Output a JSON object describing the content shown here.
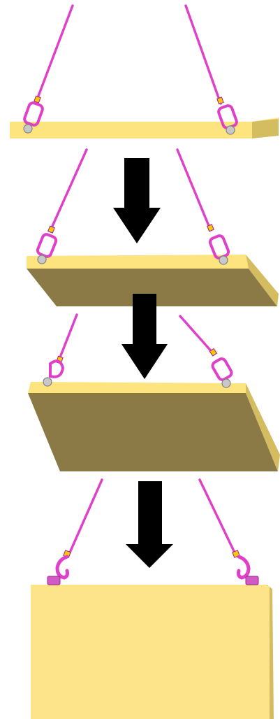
{
  "diagram": {
    "stages": [
      {
        "id": "stage-1",
        "plate_orientation": "horizontal",
        "attachment": "ring-eye-bolt"
      },
      {
        "id": "stage-2",
        "plate_orientation": "tilted-slightly",
        "attachment": "ring-eye-bolt"
      },
      {
        "id": "stage-3",
        "plate_orientation": "tilted-more",
        "attachment": "swivel-eye-bolt"
      },
      {
        "id": "stage-4",
        "plate_orientation": "vertical",
        "attachment": "hook-on-side-lug"
      }
    ],
    "arrows": [
      {
        "id": "arrow-1",
        "direction": "down"
      },
      {
        "id": "arrow-2",
        "direction": "down"
      },
      {
        "id": "arrow-3",
        "direction": "down"
      }
    ]
  },
  "colors": {
    "chain": "#e040c8",
    "chain_dark": "#a0209a",
    "plate_top": "#fde47e",
    "plate_face": "#8c7a46",
    "plate_side": "#d4bd60",
    "plate_front_vertical": "#fde38a",
    "arrow": "#000000",
    "bolt": "#c8c8c8",
    "tag": "#f5c800"
  }
}
